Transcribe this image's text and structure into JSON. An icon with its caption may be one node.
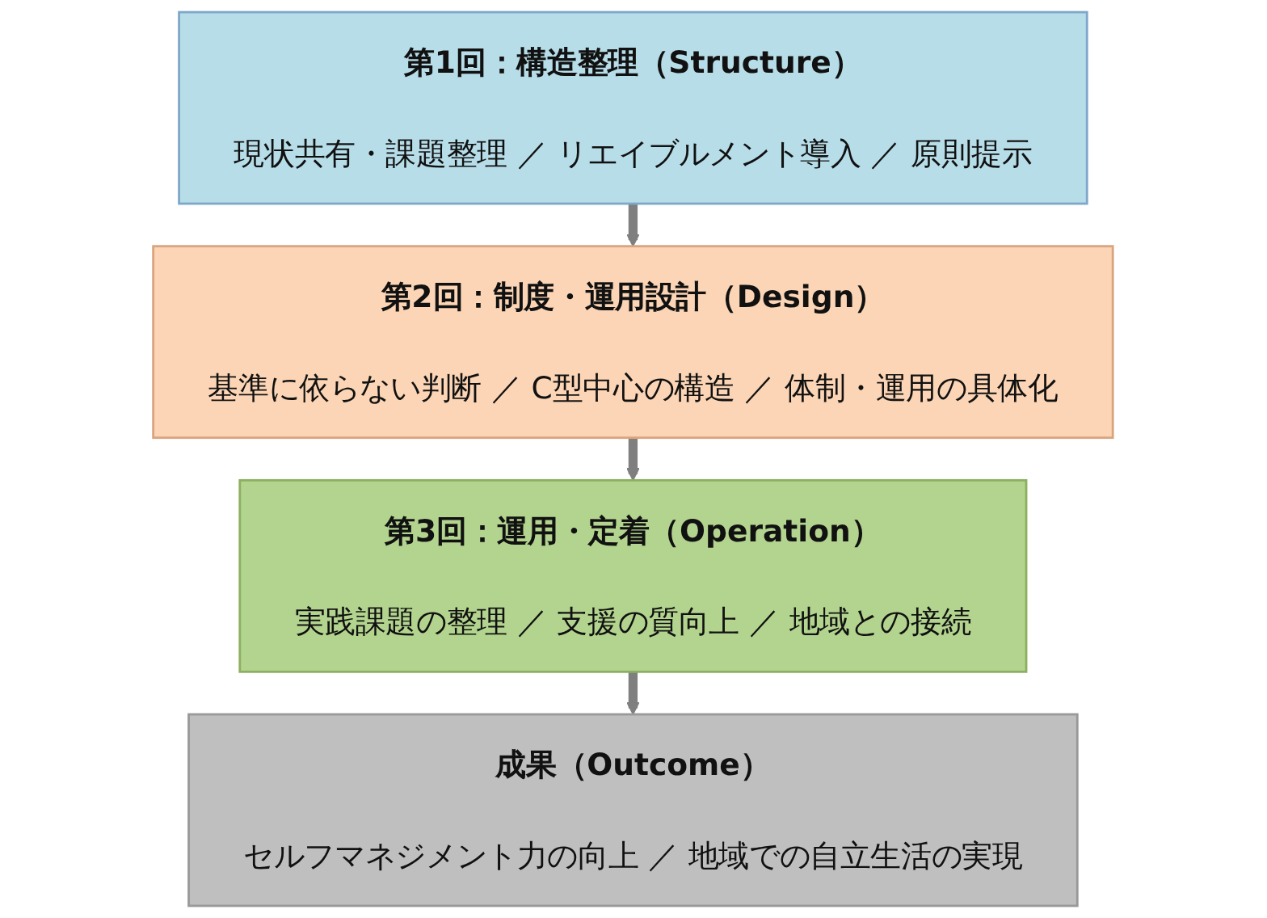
{
  "diagram": {
    "nodes": [
      {
        "text": [
          "第1回：構造整理（Structure）",
          "現状共有・課題整理 ／ リエイブルメント導入 ／ 原則提示"
        ]
      },
      {
        "text": [
          "第2回：制度・運用設計（Design）",
          "基準に依らない判断 ／ C型中心の構造 ／ 体制・運用の具体化"
        ]
      },
      {
        "text": [
          "第3回：運用・定着（Operation）",
          "実践課題の整理 ／ 支援の質向上 ／ 地域との接続"
        ]
      },
      {
        "text": [
          "成果（Outcome）",
          "セルフマネジメント力の向上 ／ 地域での自立生活の実現"
        ]
      }
    ],
    "edges": [
      {
        "from": 0,
        "to": 1,
        "arrow": "to"
      },
      {
        "from": 1,
        "to": 2,
        "arrow": "to"
      },
      {
        "from": 2,
        "to": 3,
        "arrow": "to"
      }
    ]
  }
}
